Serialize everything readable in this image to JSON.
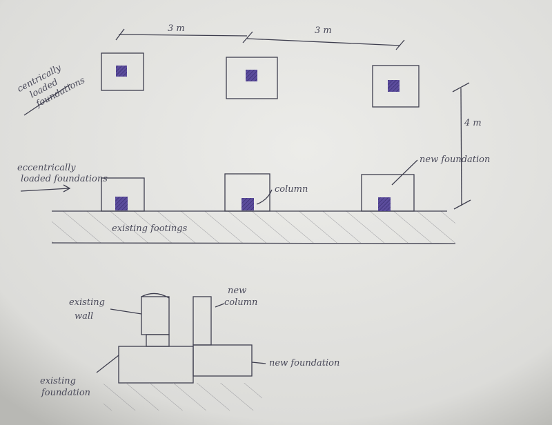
{
  "colors": {
    "paper": "#e8e8e5",
    "new_foundation": "#dfee4a",
    "column": "#5b4c9c",
    "ink": "#3e3e4e"
  },
  "plan": {
    "dim_span_1": "3 m",
    "dim_span_2": "3 m",
    "dim_height": "4 m",
    "label_centric": [
      "centrically",
      "loaded",
      "foundations"
    ],
    "label_eccentric": [
      "eccentrically",
      "loaded foundations"
    ],
    "label_new_foundation": "new foundation",
    "label_column": "column",
    "label_existing_footings": "existing footings"
  },
  "section": {
    "label_existing_wall": [
      "existing",
      "wall"
    ],
    "label_new_column": [
      "new",
      "column"
    ],
    "label_new_foundation": "new foundation",
    "label_existing_foundation": [
      "existing",
      "foundation"
    ]
  }
}
